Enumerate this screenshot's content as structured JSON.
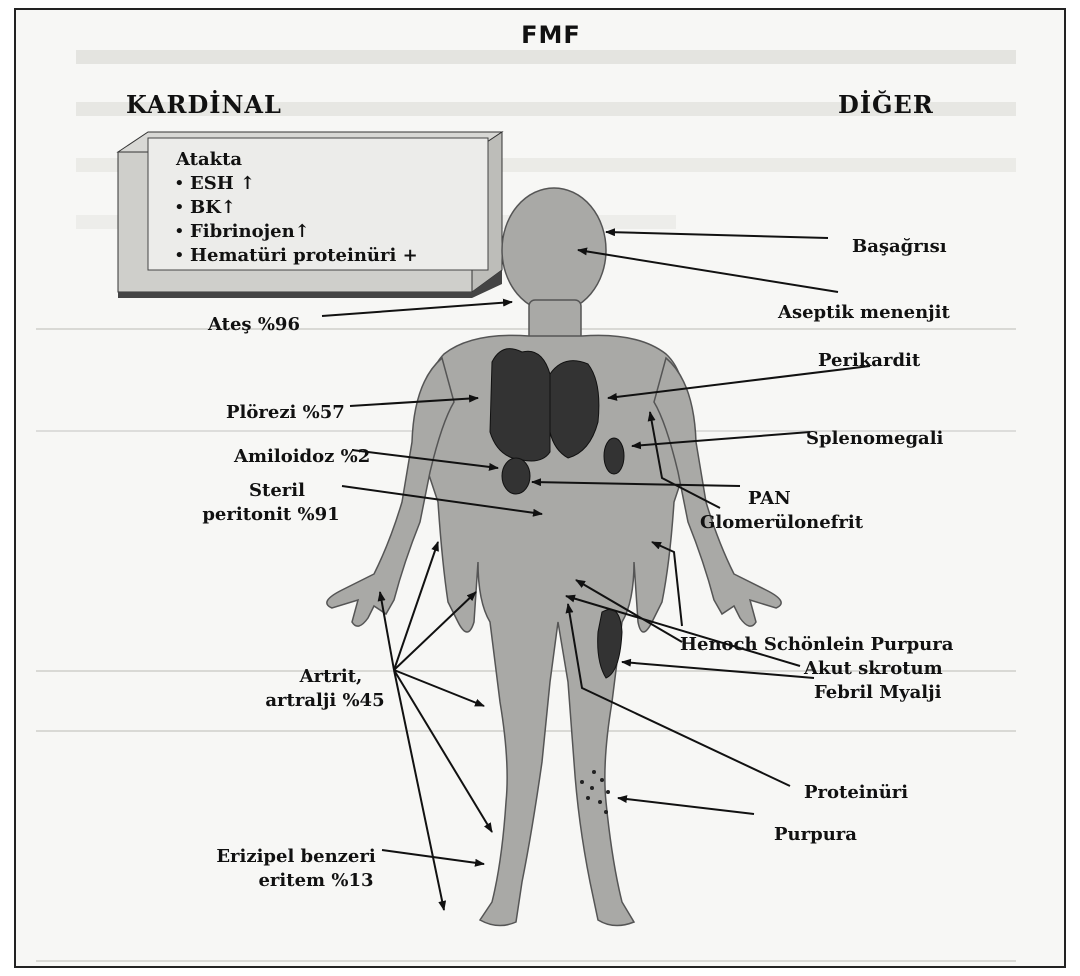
{
  "title": "FMF",
  "headers": {
    "left": "KARDİNAL",
    "right": "DİĞER"
  },
  "attack_box": {
    "heading": "Atakta",
    "items": [
      "ESH ↑",
      "BK↑",
      "Fibrinojen↑",
      "Hematüri proteinüri +"
    ]
  },
  "left_labels": {
    "ates": "Ateş %96",
    "plorezi": "Plörezi %57",
    "amiloidoz": "Amiloidoz %2",
    "steril_line1": "Steril",
    "steril_line2": "peritonit %91",
    "artrit_line1": "Artrit,",
    "artrit_line2": "artralji %45",
    "erizipel_line1": "Erizipel benzeri",
    "erizipel_line2": "eritem %13"
  },
  "right_labels": {
    "basagrisi": "Başağrısı",
    "aseptik": "Aseptik menenjit",
    "perikardit": "Perikardit",
    "splenomegali": "Splenomegali",
    "pan": "PAN",
    "glomerulonefrit": "Glomerülonefrit",
    "henoch": "Henoch Schönlein Purpura",
    "akut_skrotum": "Akut skrotum",
    "febril_myalji": "Febril Myalji",
    "proteinuri": "Proteinüri",
    "purpura": "Purpura"
  }
}
